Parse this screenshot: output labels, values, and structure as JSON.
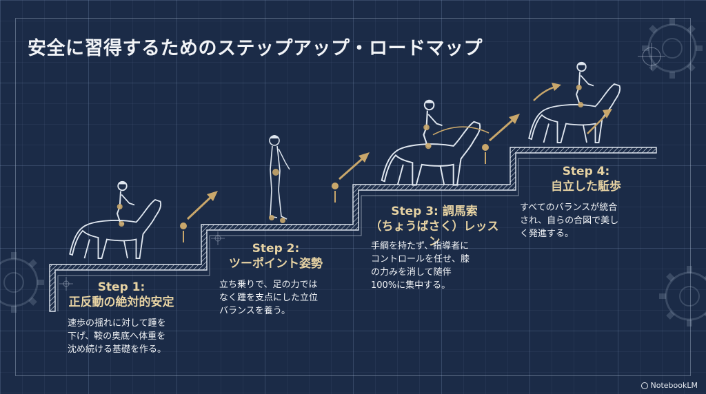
{
  "title": "安全に習得するためのステップアップ・ロードマップ",
  "steps": [
    {
      "title_line1": "Step 1:",
      "title_line2": "正反動の絶対的安定",
      "desc": [
        "速歩の揺れに対して踵を",
        "下げ、鞍の奥底へ体重を",
        "沈め続ける基礎を作る。"
      ]
    },
    {
      "title_line1": "Step 2:",
      "title_line2": "ツーポイント姿勢",
      "desc": [
        "立ち乗りで、足の力では",
        "なく踵を支点にした立位",
        "バランスを養う。"
      ]
    },
    {
      "title_line1": "Step 3: 調馬索",
      "title_line2": "（ちょうばさく）レッスン",
      "desc": [
        "手綱を持たず、指導者に",
        "コントロールを任せ、膝",
        "の力みを消して随伴",
        "100%に集中する。"
      ]
    },
    {
      "title_line1": "Step 4:",
      "title_line2": "自立した駈歩",
      "desc": [
        "すべてのバランスが統合",
        "され、自らの合図で美し",
        "く発進する。"
      ]
    }
  ],
  "brand": "NotebookLM",
  "icons": [
    "horse-rider-icon",
    "standing-rider-icon",
    "lunging-horse-icon",
    "cantering-horse-icon",
    "up-arrow-icon",
    "gear-icon",
    "crosshair-icon"
  ],
  "colors": {
    "background": "#1b2b47",
    "accent": "#c9a76b",
    "text": "#f2f4f7",
    "line": "#dfe6ef"
  }
}
